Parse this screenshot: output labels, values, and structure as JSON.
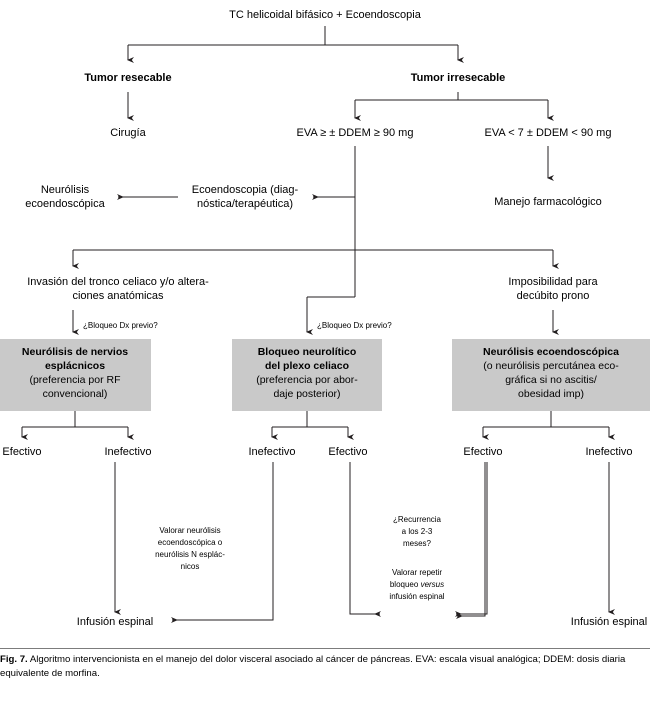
{
  "figure": {
    "label": "Fig. 7.",
    "caption": "Algoritmo intervencionista en el manejo del dolor visceral asociado al cáncer de páncreas. EVA: escala visual analógica; DDEM: dosis diaria equivalente de morfina."
  },
  "colors": {
    "box_fill": "#c9c9c9",
    "line": "#231f20",
    "text": "#000000",
    "background": "#ffffff"
  },
  "nodes": {
    "root": "TC helicoidal bifásico + Ecoendoscopia",
    "resecable": "Tumor resecable",
    "irresecable": "Tumor irresecable",
    "cirugia": "Cirugía",
    "eva_alta": "EVA ≥ ± DDEM ≥ 90 mg",
    "eva_baja": "EVA < 7 ± DDEM < 90 mg",
    "neurolisis_eco_l1": "Neurólisis",
    "neurolisis_eco_l2": "ecoendoscópica",
    "ecoendoscopia_l1": "Ecoendoscopia (diag-",
    "ecoendoscopia_l2": "nóstica/terapéutica)",
    "manejo_farmacologico": "Manejo farmacológico",
    "invasion_l1": "Invasión del tronco celiaco y/o altera-",
    "invasion_l2": "ciones anatómicas",
    "imposibilidad_l1": "Imposibilidad para",
    "imposibilidad_l2": "decúbito prono",
    "bloqueo_dx_1": "¿Bloqueo Dx previo?",
    "bloqueo_dx_2": "¿Bloqueo Dx previo?"
  },
  "boxes": [
    {
      "id": "box-neurolisis-esplacnicos",
      "lines": [
        {
          "text": "Neurólisis de nervios",
          "bold": true
        },
        {
          "text": "esplácnicos",
          "bold": true
        },
        {
          "text": "(preferencia por RF",
          "bold": false
        },
        {
          "text": "convencional)",
          "bold": false
        }
      ]
    },
    {
      "id": "box-bloqueo-plexo-celiaco",
      "lines": [
        {
          "text": "Bloqueo neurolítico",
          "bold": true
        },
        {
          "text": "del plexo celiaco",
          "bold": true
        },
        {
          "text": "(preferencia por abor-",
          "bold": false
        },
        {
          "text": "daje posterior)",
          "bold": false
        }
      ]
    },
    {
      "id": "box-neurolisis-ecoendoscopica",
      "lines": [
        {
          "text": "Neurólisis ecoendoscópica",
          "bold": true
        },
        {
          "text": "(o neurólisis percutánea eco-",
          "bold": false
        },
        {
          "text": "gráfica si no ascitis/",
          "bold": false
        },
        {
          "text": "obesidad imp)",
          "bold": false
        }
      ]
    }
  ],
  "outcomes": {
    "b1_left": "Efectivo",
    "b1_right": "Inefectivo",
    "b2_left": "Inefectivo",
    "b2_right": "Efectivo",
    "b3_left": "Efectivo",
    "b3_right": "Inefectivo"
  },
  "notes": {
    "valorar_neurolisis": [
      "Valorar neurólisis",
      "ecoendoscópica o",
      "neurólisis N esplác-",
      "nicos"
    ],
    "recurrencia": [
      "¿Recurrencia",
      "a los 2-3",
      "meses?"
    ],
    "valorar_repetir_l1": "Valorar repetir",
    "valorar_repetir_l2_a": "bloqueo ",
    "valorar_repetir_l2_ital": "versus",
    "valorar_repetir_l3": "infusión espinal"
  },
  "terminals": {
    "infusion_left": "Infusión espinal",
    "infusion_right": "Infusión espinal"
  }
}
